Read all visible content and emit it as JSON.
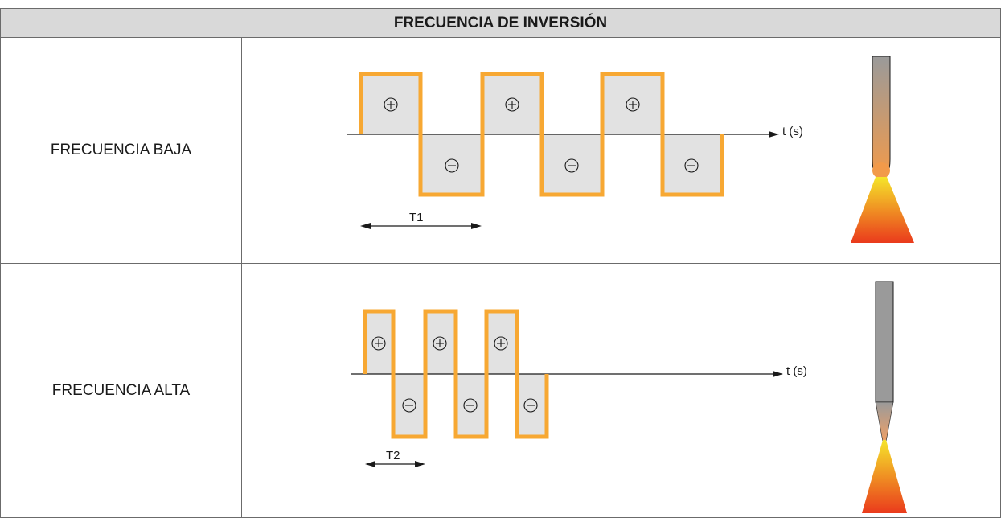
{
  "header": {
    "title": "FRECUENCIA DE INVERSIÓN"
  },
  "rows": [
    {
      "label": "FRECUENCIA BAJA",
      "axis_label": "t (s)",
      "period_label": "T1",
      "plus_symbol": "+",
      "minus_symbol": "−"
    },
    {
      "label": "FRECUENCIA ALTA",
      "axis_label": "t (s)",
      "period_label": "T2",
      "plus_symbol": "+",
      "minus_symbol": "−"
    }
  ],
  "colors": {
    "wave": "#f7a833",
    "fill": "#e2e2e2",
    "border": "#6b6b6b",
    "electrode": "#9a9a9a",
    "flame_top": "#f5e52a",
    "flame_bottom": "#ea3a1c"
  }
}
